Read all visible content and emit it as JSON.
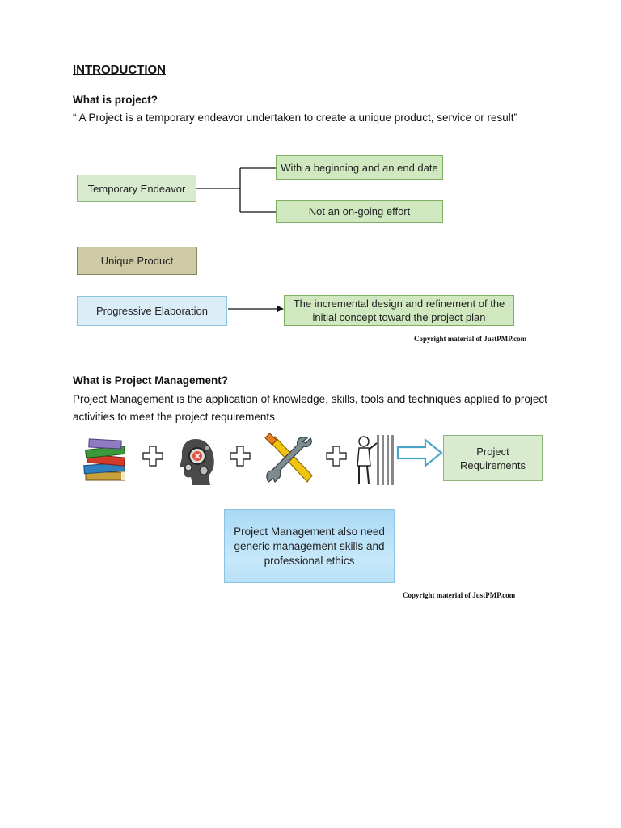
{
  "heading": "INTRODUCTION",
  "q1": "What is project?",
  "definition": "“ A Project is a temporary endeavor undertaken to create a unique product, service or result”",
  "diagram1": {
    "temporary": "Temporary Endeavor",
    "beginning_end": "With a beginning and an end date",
    "not_ongoing": "Not an on-going effort",
    "unique": "Unique Product",
    "progressive": "Progressive Elaboration",
    "incremental": "The incremental design and refinement of the initial concept toward the project plan",
    "copyright": "Copyright material of JustPMP.com"
  },
  "q2": "What is Project Management?",
  "pm_text": "Project Management is the application of knowledge, skills, tools and techniques applied to project activities to meet the project requirements",
  "diagram2": {
    "requirements": "Project Requirements",
    "note": "Project Management also need generic management skills and professional ethics",
    "copyright": "Copyright material of JustPMP.com",
    "icons": [
      "books-icon",
      "head-gears-icon",
      "wrench-screwdriver-icon",
      "worker-icon"
    ]
  }
}
